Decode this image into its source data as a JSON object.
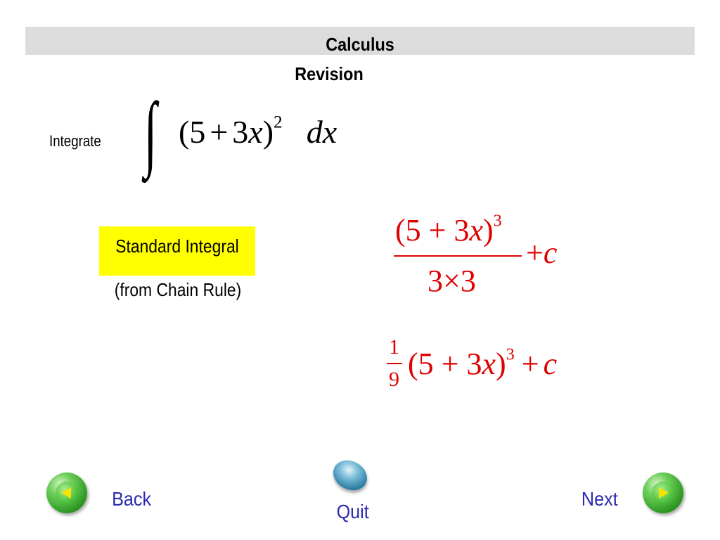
{
  "header": {
    "title": "Calculus",
    "subtitle": "Revision"
  },
  "problem": {
    "label": "Integrate",
    "integral_sign": "∫",
    "open_paren": "(5",
    "plus": "+",
    "term": "3",
    "var": "x",
    "close_paren": ")",
    "power": "2",
    "differential": "dx"
  },
  "hint": {
    "highlight": "Standard Integral",
    "note": "(from Chain Rule)"
  },
  "step1": {
    "numerator_base": "(5 + 3",
    "numerator_var": "x",
    "numerator_close": ")",
    "numerator_power": "3",
    "denominator": "3×3",
    "plus_c_sign": "+",
    "plus_c_var": "c"
  },
  "step2": {
    "coef_numerator": "1",
    "coef_denominator": "9",
    "base": "(5 + 3",
    "var": "x",
    "close": ")",
    "power": "3",
    "plus_c_sign": "+",
    "plus_c_var": "c"
  },
  "nav": {
    "back_label": "Back",
    "quit_label": "Quit",
    "next_label": "Next"
  },
  "icons": {
    "back": "back-arrow-icon",
    "quit": "quit-orb-icon",
    "next": "next-arrow-icon"
  },
  "colors": {
    "answer": "#e00000",
    "highlight": "#ffff00",
    "nav_text": "#2b2bb0",
    "title_band": "#dcdcdc"
  }
}
